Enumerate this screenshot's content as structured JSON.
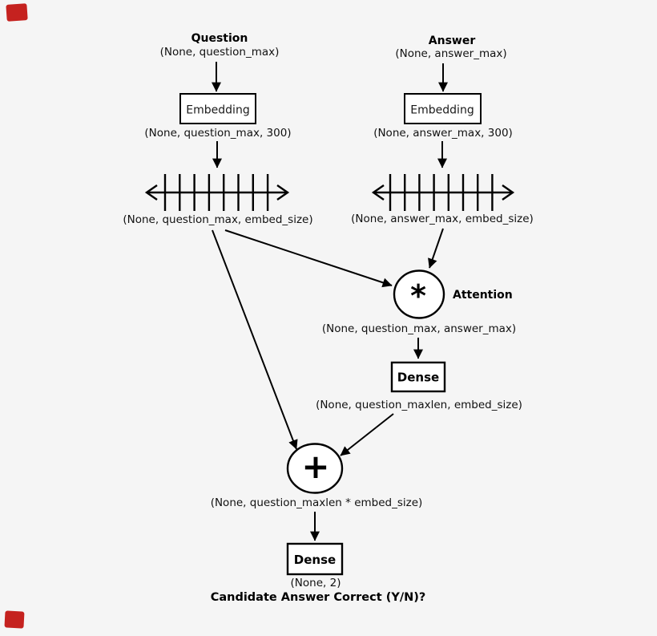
{
  "page": {
    "background": "#f5f5f5",
    "ink": "#000000",
    "node_fill": "#ffffff",
    "watermark_color": "#c5221f"
  },
  "question_branch": {
    "title": "Question",
    "input_shape": "(None, question_max)",
    "embedding_label": "Embedding",
    "embedding_shape": "(None, question_max, 300)",
    "sequence_shape": "(None, question_max, embed_size)"
  },
  "answer_branch": {
    "title": "Answer",
    "input_shape": "(None, answer_max)",
    "embedding_label": "Embedding",
    "embedding_shape": "(None, answer_max, 300)",
    "sequence_shape": "(None, answer_max, embed_size)"
  },
  "attention_node": {
    "operator": "*",
    "label": "Attention",
    "output_shape": "(None, question_max, answer_max)"
  },
  "dense_node": {
    "label": "Dense",
    "output_shape": "(None, question_maxlen, embed_size)"
  },
  "concat_node": {
    "operator": "+",
    "output_shape": "(None, question_maxlen * embed_size)"
  },
  "output_dense_node": {
    "label": "Dense",
    "output_shape": "(None, 2)"
  },
  "caption": "Candidate Answer Correct (Y/N)?"
}
